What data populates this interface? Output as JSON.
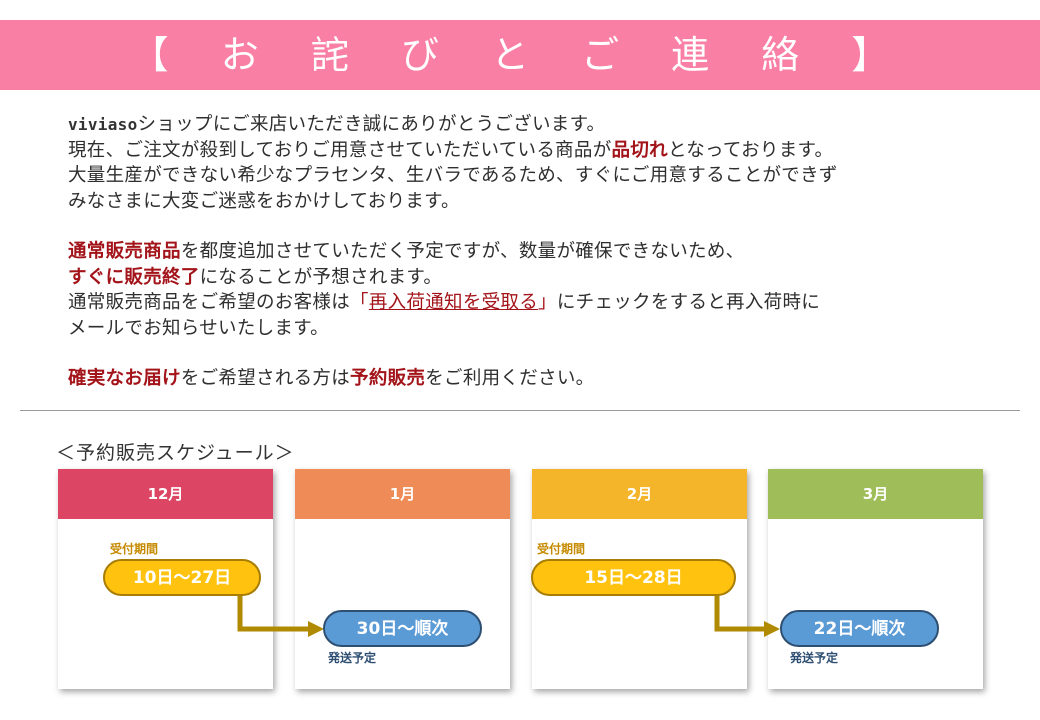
{
  "header": {
    "title": "【 お 詫 び と ご 連 絡 】"
  },
  "intro": {
    "line1_brand": "viviaso",
    "line1_rest": "ショップにご来店いただき誠にありがとうございます。",
    "line2_a": "現在、ご注文が殺到しておりご用意させていただいている商品が",
    "line2_em": "品切れ",
    "line2_b": "となっております。",
    "line3": "大量生産ができない希少なプラセンタ、生バラであるため、すぐにご用意することができず",
    "line4": "みなさまに大変ご迷惑をおかけしております。",
    "line5_em": "通常販売商品",
    "line5_rest": "を都度追加させていただく予定ですが、数量が確保できないため、",
    "line6_em": "すぐに販売終了",
    "line6_rest": "になることが予想されます。",
    "line7_a": "通常販売商品をご希望のお客様は",
    "line7_open": "「",
    "line7_link": "再入荷通知を受取る",
    "line7_close": "」",
    "line7_b": "にチェックをすると再入荷時に",
    "line8": "メールでお知らせいたします。",
    "line9_em1": "確実なお届け",
    "line9_mid": "をご希望される方は",
    "line9_em2": "予約販売",
    "line9_end": "をご利用ください。"
  },
  "schedule": {
    "title": "＜予約販売スケジュール＞",
    "months": [
      {
        "label": "12月",
        "color": "#dc4563"
      },
      {
        "label": "1月",
        "color": "#ee8b57"
      },
      {
        "label": "2月",
        "color": "#f5b52a"
      },
      {
        "label": "3月",
        "color": "#9fbe5a"
      }
    ],
    "period_label": "受付期間",
    "ship_label": "発送予定",
    "periods": [
      {
        "reception": "10日～27日",
        "shipping": "30日～順次"
      },
      {
        "reception": "15日～28日",
        "shipping": "22日～順次"
      }
    ],
    "colors": {
      "reception_label": "#c68a00",
      "ship_label": "#2e4f72",
      "arrow": "#b08a00"
    }
  }
}
